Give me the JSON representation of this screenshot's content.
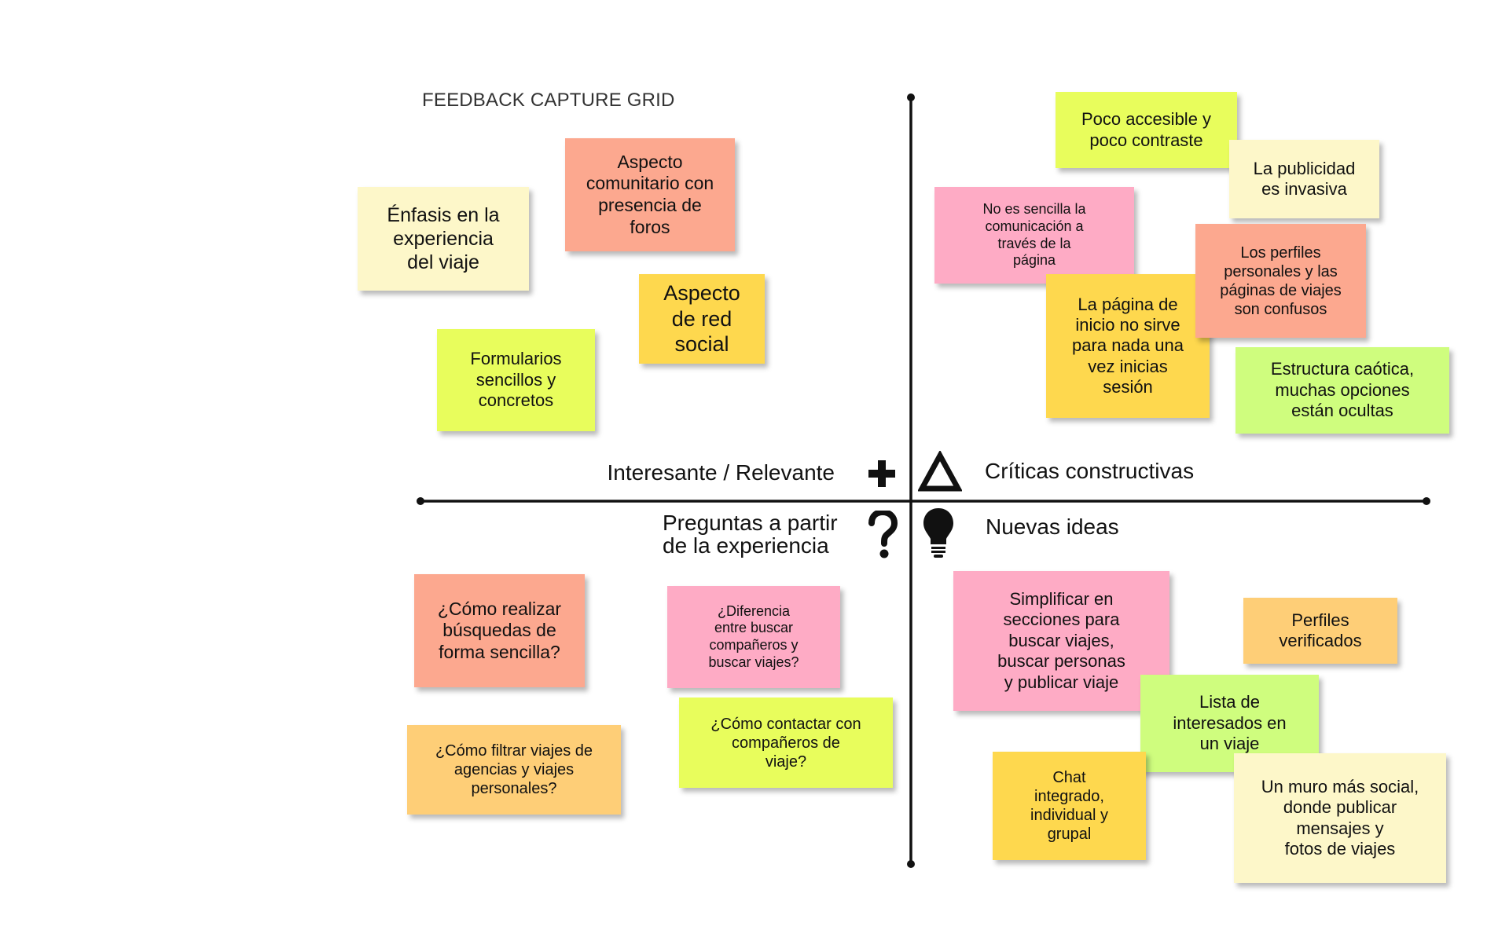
{
  "title": "FEEDBACK CAPTURE GRID",
  "quadrants": {
    "positive": {
      "label": "Interesante / Relevante",
      "icon": "plus-icon"
    },
    "critique": {
      "label": "Críticas constructivas",
      "icon": "delta-triangle-icon"
    },
    "questions": {
      "label": "Preguntas a partir\nde la experiencia",
      "icon": "question-mark-icon"
    },
    "ideas": {
      "label": "Nuevas ideas",
      "icon": "lightbulb-icon"
    }
  },
  "colors": {
    "cream": "#fdf7c9",
    "salmon": "#fca88f",
    "yellow": "#fed84e",
    "lime": "#e8fd5c",
    "pink": "#feabc5",
    "green": "#cffd7e",
    "orange": "#fece77",
    "axis": "#111111"
  },
  "notes": {
    "positive": [
      {
        "text": "Énfasis en la\nexperiencia\ndel viaje",
        "color": "cream"
      },
      {
        "text": "Aspecto\ncomunitario con\npresencia de\nforos",
        "color": "salmon"
      },
      {
        "text": "Aspecto\nde red\nsocial",
        "color": "yellow"
      },
      {
        "text": "Formularios\nsencillos y\nconcretos",
        "color": "lime"
      }
    ],
    "critique": [
      {
        "text": "Poco accesible y\npoco contraste",
        "color": "lime"
      },
      {
        "text": "La publicidad\nes invasiva",
        "color": "cream"
      },
      {
        "text": "No es sencilla la\ncomunicación a\ntravés de la\npágina",
        "color": "pink"
      },
      {
        "text": "Los perfiles\npersonales y las\npáginas de viajes\nson confusos",
        "color": "salmon"
      },
      {
        "text": "La página de\ninicio no sirve\npara nada una\nvez inicias\nsesión",
        "color": "yellow"
      },
      {
        "text": "Estructura caótica,\nmuchas opciones\nestán ocultas",
        "color": "green"
      }
    ],
    "questions": [
      {
        "text": "¿Cómo realizar\nbúsquedas de\nforma sencilla?",
        "color": "salmon"
      },
      {
        "text": "¿Diferencia\nentre buscar\ncompañeros y\nbuscar viajes?",
        "color": "pink"
      },
      {
        "text": "¿Cómo filtrar viajes de\nagencias y viajes\npersonales?",
        "color": "orange"
      },
      {
        "text": "¿Cómo contactar con\ncompañeros de\nviaje?",
        "color": "lime"
      }
    ],
    "ideas": [
      {
        "text": "Simplificar en\nsecciones para\nbuscar viajes,\nbuscar personas\ny publicar viaje",
        "color": "pink"
      },
      {
        "text": "Perfiles\nverificados",
        "color": "orange"
      },
      {
        "text": "Lista de\ninteresados en\nun viaje",
        "color": "green"
      },
      {
        "text": "Chat\nintegrado,\nindividual y\ngrupal",
        "color": "yellow"
      },
      {
        "text": "Un muro más social,\ndonde publicar\nmensajes y\nfotos de viajes",
        "color": "cream"
      }
    ]
  }
}
